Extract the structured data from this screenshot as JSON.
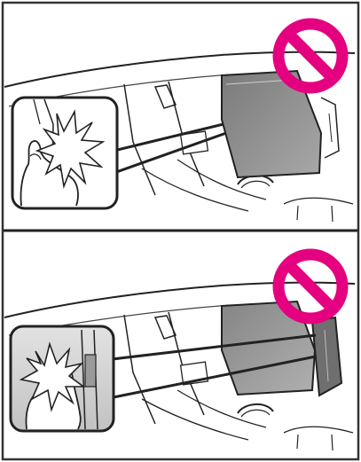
{
  "figure": {
    "panels": [
      {
        "scene": "sunroof-closing-hand-pinch",
        "warning_icon": "prohibition-icon",
        "inset": "hand-pinched-at-sunroof-edge"
      },
      {
        "scene": "sunshade-closing-hand-pinch",
        "warning_icon": "prohibition-icon",
        "inset": "hand-pinched-at-sunshade-edge"
      }
    ],
    "colors": {
      "line": "#222222",
      "frame": "#333333",
      "prohibition": "#e4007f",
      "glass_dark": "#8c8c8c",
      "glass_light": "#bdbdbd",
      "inset_bg_top": "#dcdcdc",
      "inset_bg_bottom": "#c4c4c4"
    }
  }
}
